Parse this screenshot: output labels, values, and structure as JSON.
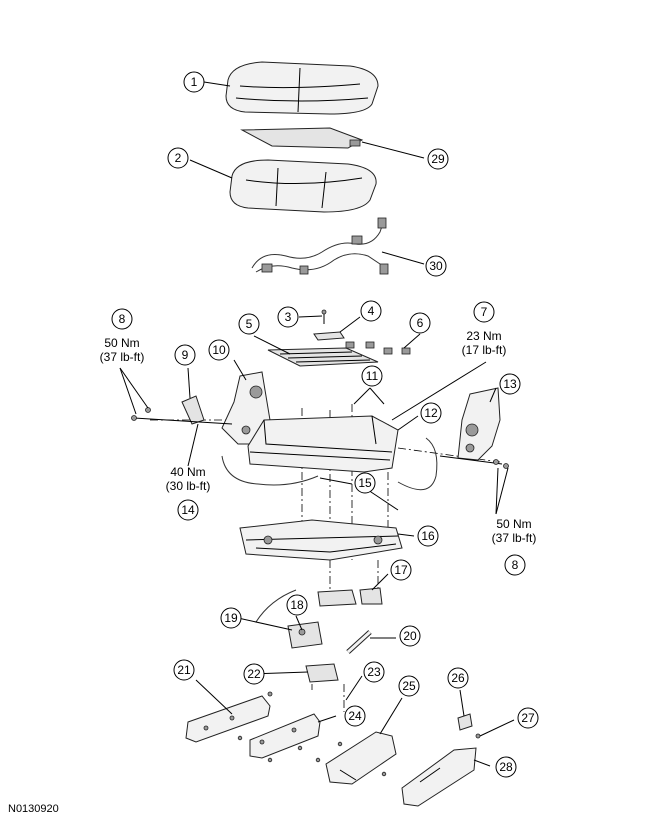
{
  "figure_id": "N0130920",
  "callouts": [
    "1",
    "2",
    "3",
    "4",
    "5",
    "6",
    "7",
    "8",
    "9",
    "10",
    "11",
    "12",
    "13",
    "14",
    "15",
    "16",
    "17",
    "18",
    "19",
    "20",
    "21",
    "22",
    "23",
    "24",
    "25",
    "26",
    "27",
    "28",
    "29",
    "30"
  ],
  "callout_8_bottom": "8",
  "torque_specs": {
    "left_bolts": [
      "50 Nm",
      "(37 lb-ft)"
    ],
    "right_bolt": [
      "23 Nm",
      "(17 lb-ft)"
    ],
    "lower_left": [
      "40 Nm",
      "(30 lb-ft)"
    ],
    "right_bolts": [
      "50 Nm",
      "(37 lb-ft)"
    ]
  }
}
